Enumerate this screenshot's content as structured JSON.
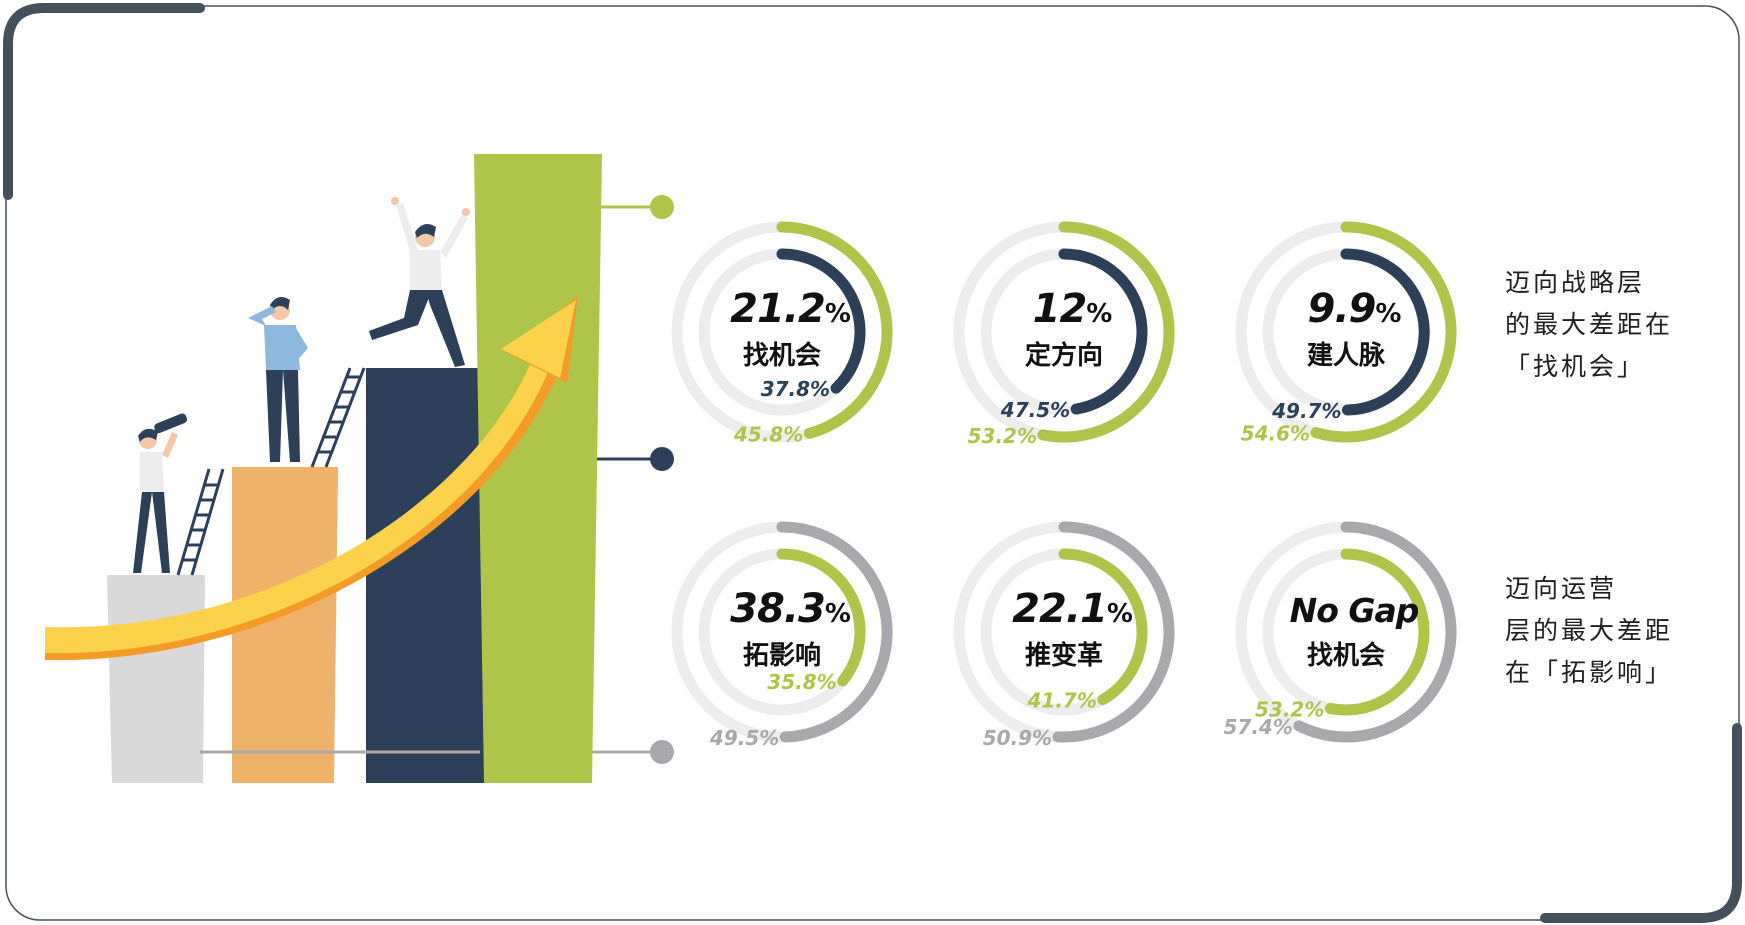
{
  "colors": {
    "green": "#AEC54A",
    "navy": "#2C4159",
    "gray": "#A9A9AD",
    "track": "#EDEDED",
    "frame": "#44505B",
    "orange_bar": "#EFB26A",
    "light_bar": "#D9D9D9",
    "arrow": "#FCD24A",
    "arrow_edge": "#F39B26"
  },
  "chart_data": {
    "type": "radial-bar",
    "rings": [
      {
        "value": "21.2",
        "unit": "%",
        "label": "找机会",
        "outer": {
          "value": 45.8,
          "text": "45.8%",
          "color": "green"
        },
        "inner": {
          "value": 37.8,
          "text": "37.8%",
          "color": "navy"
        }
      },
      {
        "value": "12",
        "unit": "%",
        "label": "定方向",
        "outer": {
          "value": 53.2,
          "text": "53.2%",
          "color": "green"
        },
        "inner": {
          "value": 47.5,
          "text": "47.5%",
          "color": "navy"
        }
      },
      {
        "value": "9.9",
        "unit": "%",
        "label": "建人脉",
        "outer": {
          "value": 54.6,
          "text": "54.6%",
          "color": "green"
        },
        "inner": {
          "value": 49.7,
          "text": "49.7%",
          "color": "navy"
        }
      },
      {
        "value": "38.3",
        "unit": "%",
        "label": "拓影响",
        "outer": {
          "value": 49.5,
          "text": "49.5%",
          "color": "gray"
        },
        "inner": {
          "value": 35.8,
          "text": "35.8%",
          "color": "green"
        }
      },
      {
        "value": "22.1",
        "unit": "%",
        "label": "推变革",
        "outer": {
          "value": 50.9,
          "text": "50.9%",
          "color": "gray"
        },
        "inner": {
          "value": 41.7,
          "text": "41.7%",
          "color": "green"
        }
      },
      {
        "value": "No Gap",
        "unit": "",
        "label": "找机会",
        "outer": {
          "value": 57.4,
          "text": "57.4%",
          "color": "gray"
        },
        "inner": {
          "value": 53.2,
          "text": "53.2%",
          "color": "green"
        }
      }
    ]
  },
  "notes": {
    "top": [
      "迈向战略层",
      "的最大差距在",
      "「找机会」"
    ],
    "bottom": [
      "迈向运营",
      "层的最大差距",
      "在「拓影响」"
    ]
  }
}
